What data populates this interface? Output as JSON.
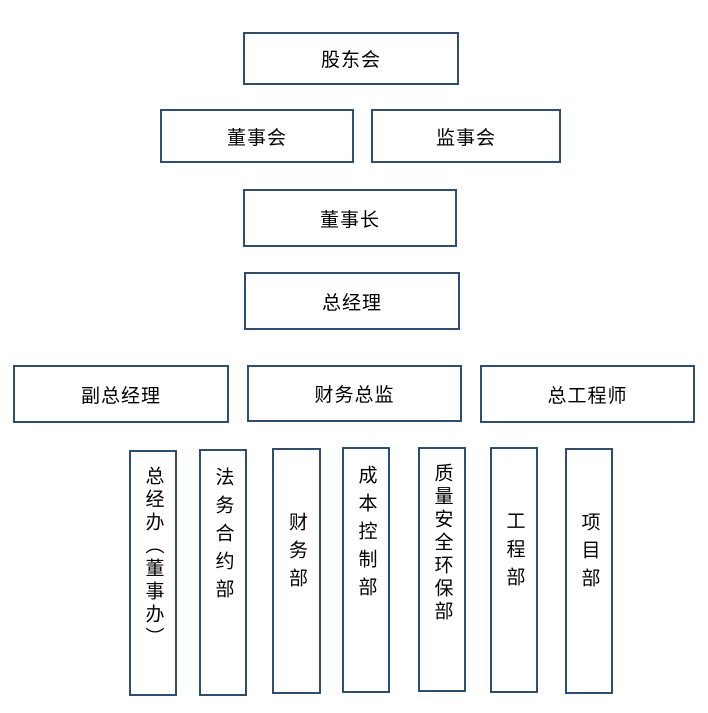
{
  "nodes": {
    "shareholders": "股东会",
    "board_of_directors": "董事会",
    "board_of_supervisors": "监事会",
    "chairman": "董事长",
    "general_manager": "总经理",
    "deputy_gm": "副总经理",
    "finance_director": "财务总监",
    "chief_engineer": "总工程师"
  },
  "departments": [
    "总经办（董事办）",
    "法务合约部",
    "财务部",
    "成本控制部",
    "质量安全环保部",
    "工程部",
    "项目部"
  ],
  "colors": {
    "border": "#2f4d6e",
    "text": "#000000",
    "background": "#ffffff"
  }
}
